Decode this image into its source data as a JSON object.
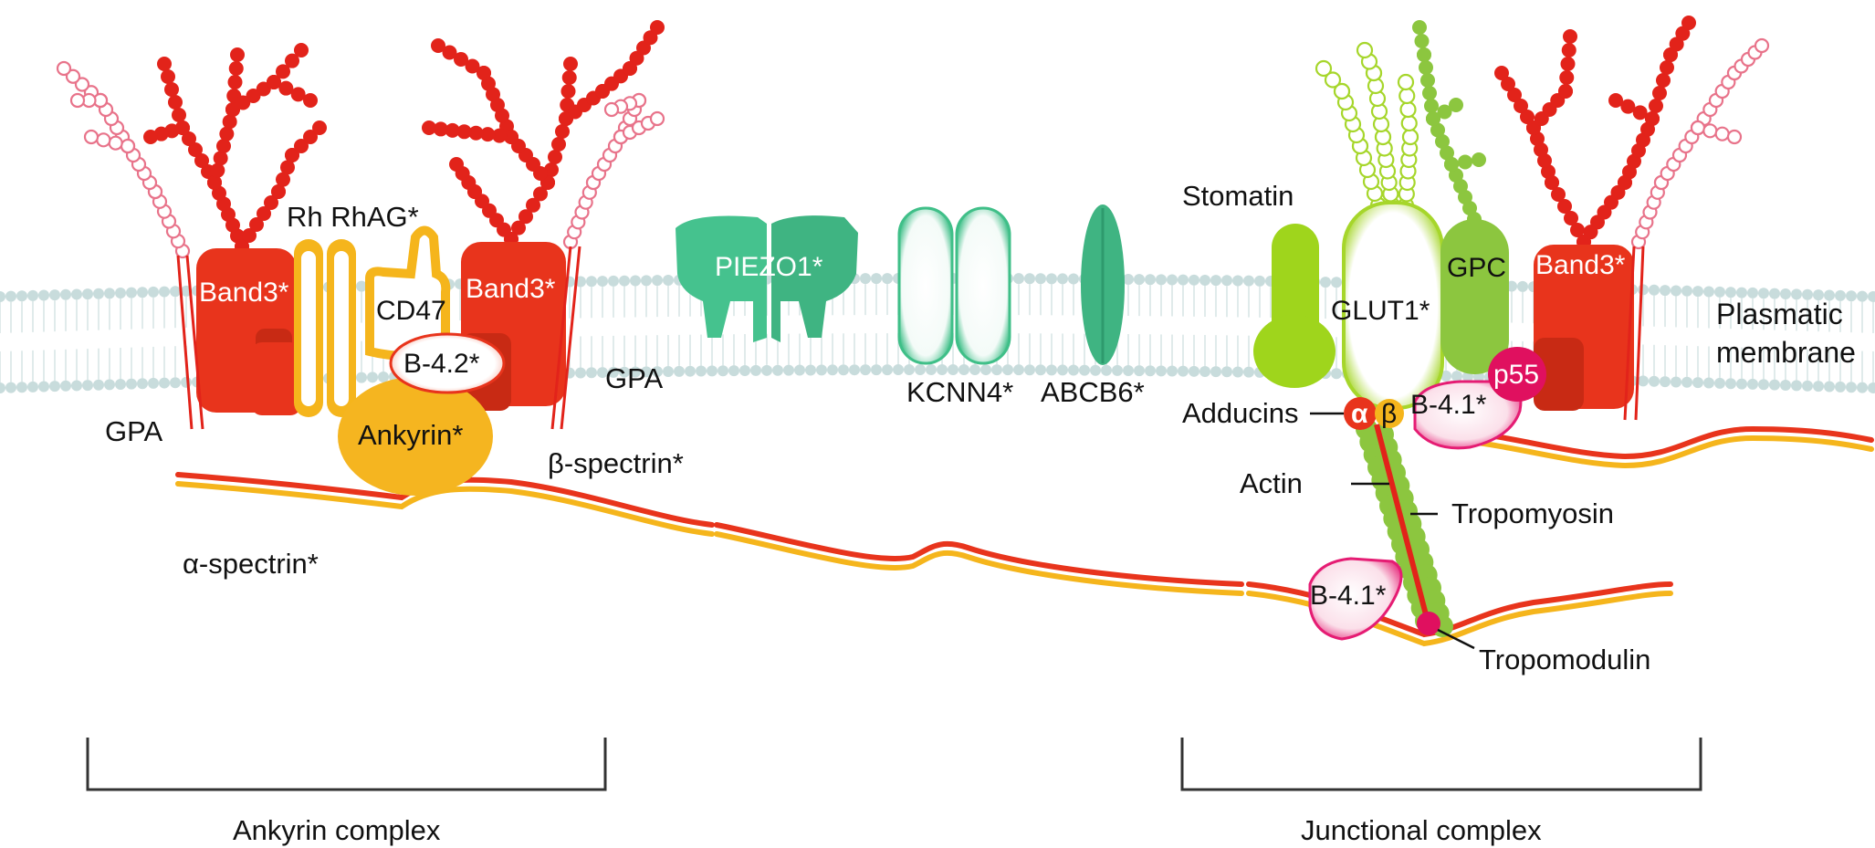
{
  "labels": {
    "band3_1": "Band3*",
    "band3_2": "Band3*",
    "band3_3": "Band3*",
    "rh_rhag": "Rh RhAG*",
    "cd47": "CD47",
    "b42": "B-4.2*",
    "ankyrin": "Ankyrin*",
    "gpa_left": "GPA",
    "gpa_right": "GPA",
    "beta_spectrin": "β-spectrin*",
    "alpha_spectrin": "α-spectrin*",
    "piezo1": "PIEZO1*",
    "kcnn4": "KCNN4*",
    "abcb6": "ABCB6*",
    "stomatin": "Stomatin",
    "glut1": "GLUT1*",
    "gpc": "GPC",
    "plasmatic_membrane_1": "Plasmatic",
    "plasmatic_membrane_2": "membrane",
    "p55": "p55",
    "b41_top": "B-4.1*",
    "b41_bottom": "B-4.1*",
    "adducins": "Adducins",
    "adducin_alpha": "α",
    "adducin_beta": "β",
    "actin": "Actin",
    "tropomyosin": "Tropomyosin",
    "tropomodulin": "Tropomodulin",
    "ankyrin_complex": "Ankyrin complex",
    "junctional_complex": "Junctional complex"
  },
  "colors": {
    "band3": "#e8341c",
    "glycan_red": "#e2231a",
    "glycan_pink": "#e8738a",
    "rh": "#f5b51c",
    "ankyrin": "#f5b520",
    "piezo": "#45c28e",
    "kcnn4": "#3fbf88",
    "lipid_head": "#c8dcdc",
    "stomatin": "#9fd51c",
    "gpc": "#8cc63f",
    "glut1_outline": "#a6d62b",
    "b41": "#e51c73",
    "p55": "#e0105f",
    "spectrin_red": "#e8341c",
    "spectrin_yellow": "#f5b51c",
    "actin": "#8cc63f"
  }
}
